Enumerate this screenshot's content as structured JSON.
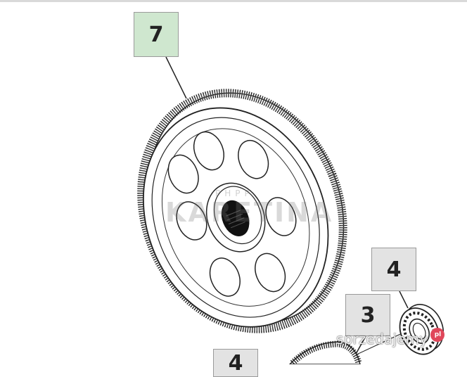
{
  "callouts": {
    "gear_label": "7",
    "bearing_label": "4",
    "pinion_label": "3",
    "lower_label": "4"
  },
  "watermark": {
    "main": "KARETINA",
    "sub": "PHPP"
  },
  "branding": {
    "site": "sprzedajemy",
    "badge": "pl"
  },
  "colors": {
    "gear_callout_bg": "#cfe7cf",
    "part_callout_bg": "#e3e3e3",
    "brand_badge": "#e0475a"
  }
}
